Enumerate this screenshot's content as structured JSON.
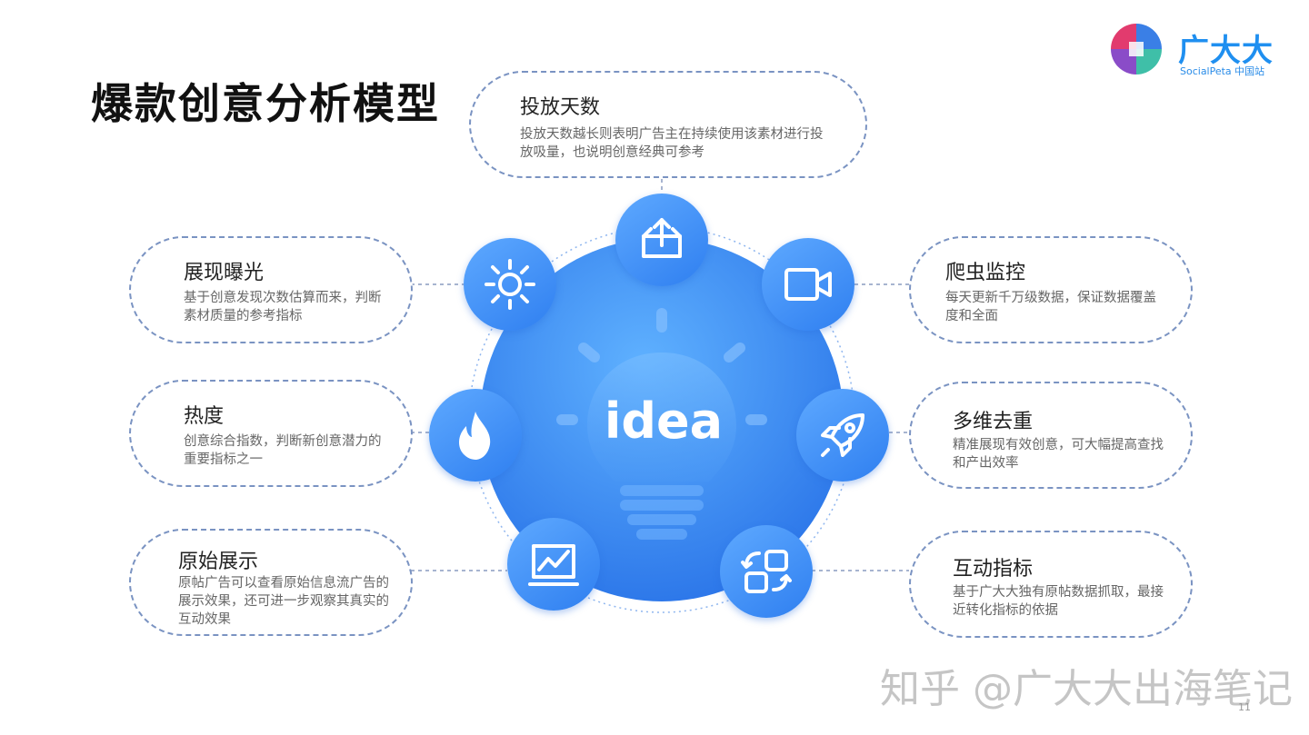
{
  "title": "爆款创意分析模型",
  "logo": {
    "name": "广大大",
    "sub": "SocialPeta 中国站"
  },
  "center": {
    "label": "idea"
  },
  "cards": {
    "top": {
      "title": "投放天数",
      "desc": "投放天数越长则表明广告主在持续使用该素材进行投放吸量，也说明创意经典可参考"
    },
    "left1": {
      "title": "展现曝光",
      "desc": "基于创意发现次数估算而来，判断素材质量的参考指标"
    },
    "left2": {
      "title": "热度",
      "desc": "创意综合指数，判断新创意潜力的重要指标之一"
    },
    "left3": {
      "title": "原始展示",
      "desc": "原帖广告可以查看原始信息流广告的展示效果，还可进一步观察其真实的互动效果"
    },
    "right1": {
      "title": "爬虫监控",
      "desc": "每天更新千万级数据，保证数据覆盖度和全面"
    },
    "right2": {
      "title": "多维去重",
      "desc": "精准展现有效创意，可大幅提高查找和产出效率"
    },
    "right3": {
      "title": "互动指标",
      "desc": "基于广大大独有原帖数据抓取，最接近转化指标的依据"
    }
  },
  "icons": {
    "top": "box-upload-icon",
    "sun": "sun-icon",
    "camera": "video-camera-icon",
    "fire": "fire-icon",
    "rocket": "rocket-icon",
    "chart": "line-chart-icon",
    "sync": "sync-icon"
  },
  "colors": {
    "primary": "#2f7ff0",
    "logo": "#1f8ff0"
  },
  "watermark": "知乎 @广大大出海笔记",
  "page_number": "11"
}
